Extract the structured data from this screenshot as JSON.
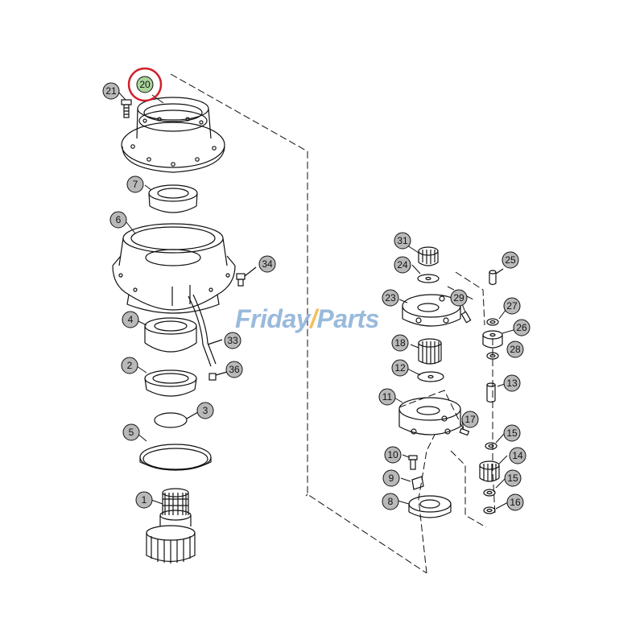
{
  "watermark": {
    "part1": "Friday",
    "slash": "/",
    "part2": "Parts"
  },
  "colors": {
    "highlight_circle": "#d0202a",
    "highlight_fill": "#a9d49a",
    "label_fill": "#b9b9b9",
    "line": "#111111"
  },
  "highlighted_part": "20",
  "callouts": [
    {
      "id": "20",
      "highlighted": true
    },
    {
      "id": "21"
    },
    {
      "id": "7"
    },
    {
      "id": "6"
    },
    {
      "id": "34"
    },
    {
      "id": "4"
    },
    {
      "id": "33"
    },
    {
      "id": "2"
    },
    {
      "id": "36"
    },
    {
      "id": "3"
    },
    {
      "id": "5"
    },
    {
      "id": "1"
    },
    {
      "id": "31"
    },
    {
      "id": "24"
    },
    {
      "id": "25"
    },
    {
      "id": "23"
    },
    {
      "id": "29"
    },
    {
      "id": "27"
    },
    {
      "id": "26"
    },
    {
      "id": "18"
    },
    {
      "id": "28"
    },
    {
      "id": "12"
    },
    {
      "id": "13"
    },
    {
      "id": "11"
    },
    {
      "id": "17"
    },
    {
      "id": "15"
    },
    {
      "id": "10"
    },
    {
      "id": "14"
    },
    {
      "id": "9"
    },
    {
      "id": "15"
    },
    {
      "id": "8"
    },
    {
      "id": "16"
    }
  ]
}
